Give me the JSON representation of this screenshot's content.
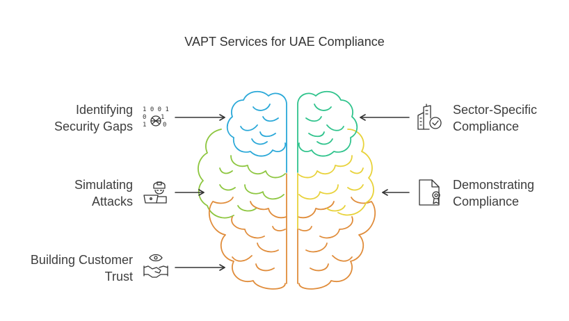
{
  "title": "VAPT Services for UAE Compliance",
  "left_items": [
    {
      "line1": "Identifying",
      "line2": "Security Gaps",
      "icon": "binary-code-icon"
    },
    {
      "line1": "Simulating",
      "line2": "Attacks",
      "icon": "hacker-laptop-icon"
    },
    {
      "line1": "Building Customer",
      "line2": "Trust",
      "icon": "handshake-eye-icon"
    }
  ],
  "right_items": [
    {
      "line1": "Sector-Specific",
      "line2": "Compliance",
      "icon": "building-check-icon"
    },
    {
      "line1": "Demonstrating",
      "line2": "Compliance",
      "icon": "certificate-document-icon"
    }
  ],
  "colors": {
    "blue": "#2aa8d8",
    "teal": "#2fc38c",
    "lime": "#8dc63f",
    "yellow": "#e8d23a",
    "orange": "#e08c3a",
    "text": "#3d3d3d",
    "arrow": "#333333"
  }
}
